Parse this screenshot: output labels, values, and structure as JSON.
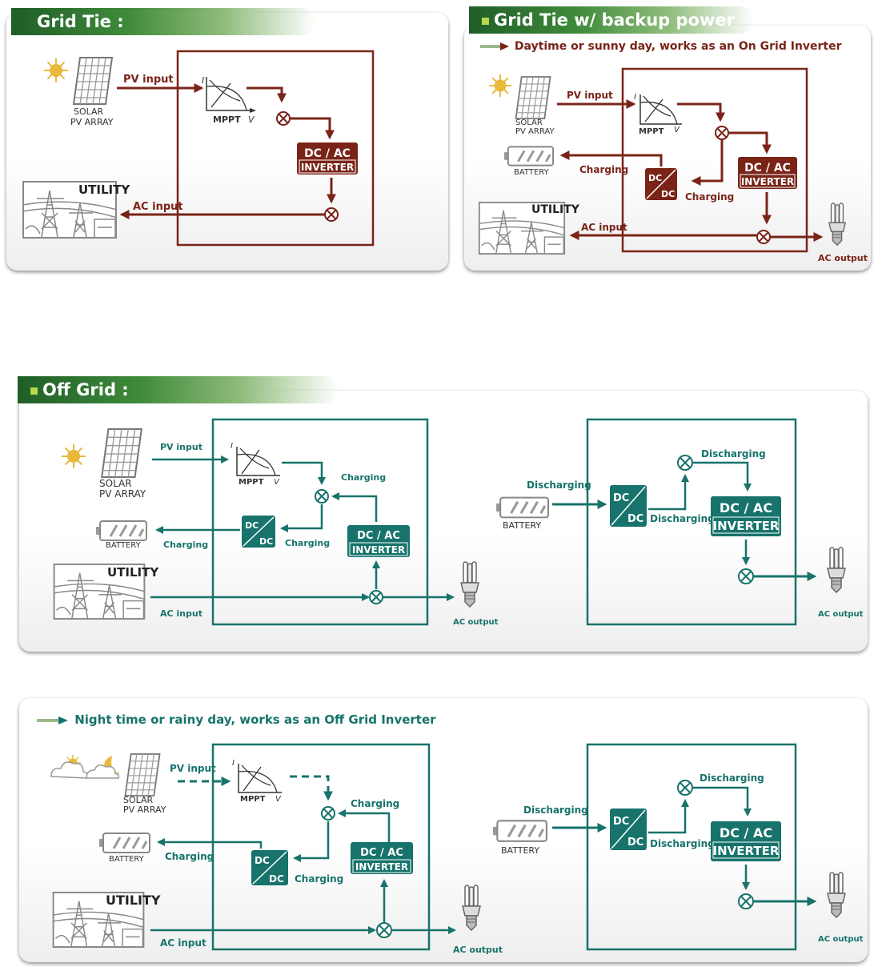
{
  "sections": {
    "grid_tie": {
      "title": "Grid Tie :"
    },
    "grid_tie_backup": {
      "title": "Grid Tie w/ backup power",
      "subtitle": "Daytime or sunny day, works as an On Grid Inverter"
    },
    "off_grid": {
      "title": "Off Grid :"
    },
    "off_grid_night": {
      "subtitle": "Night time or rainy day, works as an Off Grid Inverter"
    }
  },
  "labels": {
    "solar": "SOLAR",
    "pv_array": "PV ARRAY",
    "pv_input": "PV input",
    "mppt": "MPPT",
    "axis_i": "I",
    "axis_v": "V",
    "dc_ac": "DC / AC",
    "inverter": "INVERTER",
    "dc": "DC",
    "utility": "UTILITY",
    "ac_input": "AC input",
    "ac_output": "AC output",
    "battery": "BATTERY",
    "charging": "Charging",
    "discharging": "Discharging"
  },
  "colors": {
    "grid_tie_flow": "#7a2418",
    "off_grid_flow": "#17736b",
    "header_green": "#2f7a33",
    "accent_lime": "#b8d84a",
    "sun": "#e8b93a"
  },
  "icons": [
    "sun-icon",
    "solar-panel-icon",
    "battery-icon",
    "utility-tower-icon",
    "bulb-icon",
    "moon-cloud-icon",
    "mixer-icon"
  ]
}
